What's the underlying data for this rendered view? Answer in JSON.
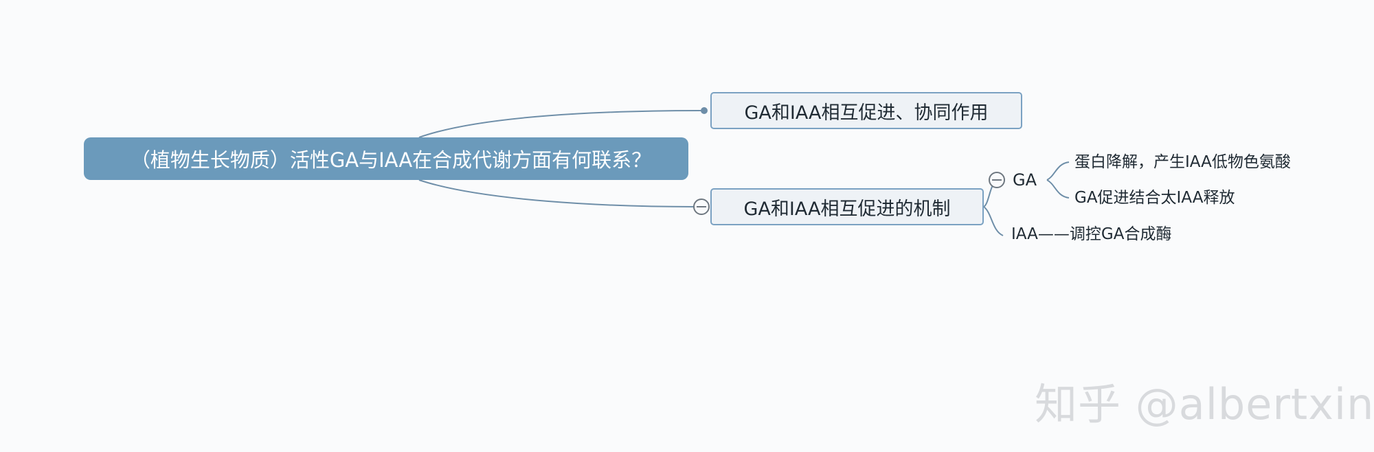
{
  "mindmap": {
    "root": "（植物生长物质）活性GA与IAA在合成代谢方面有何联系？",
    "branches": [
      {
        "label": "GA和IAA相互促进、协同作用"
      },
      {
        "label": "GA和IAA相互促进的机制",
        "children": [
          {
            "label": "GA",
            "children": [
              {
                "label": "蛋白降解，产生IAA低物色氨酸"
              },
              {
                "label": "GA促进结合太IAA释放"
              }
            ]
          },
          {
            "label": "IAA——调控GA合成酶"
          }
        ]
      }
    ]
  },
  "watermark": "知乎 @albertxin",
  "colors": {
    "background": "#fafbfc",
    "root_fill": "#6b9abb",
    "topic_fill": "#eef2f6",
    "connector": "#6e8ea8"
  }
}
